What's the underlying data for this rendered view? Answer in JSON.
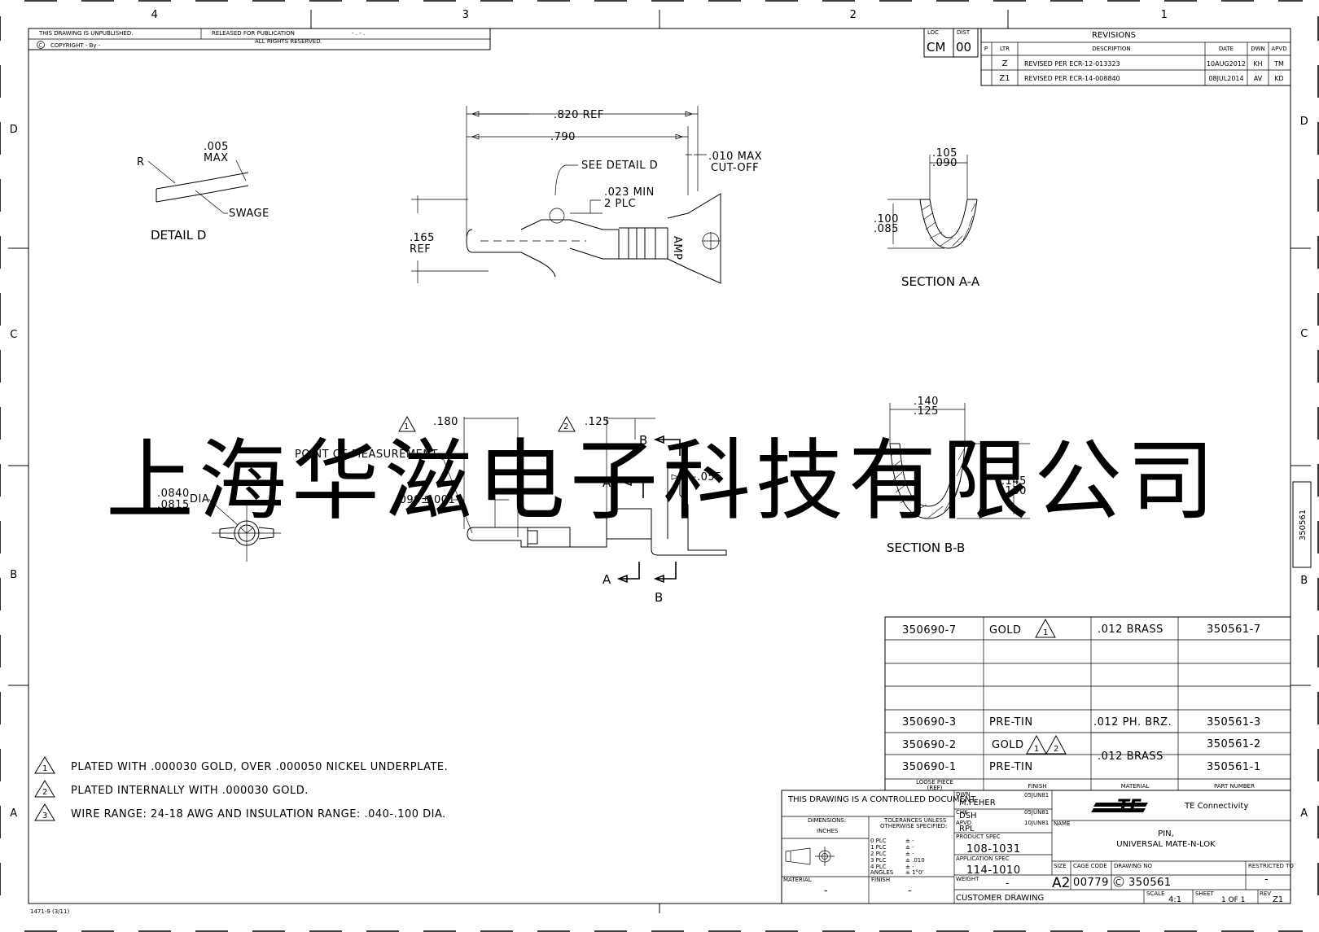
{
  "border": {
    "zones_top": [
      "4",
      "3",
      "2",
      "1"
    ],
    "zones_left": [
      "D",
      "C",
      "B",
      "A"
    ],
    "zones_right": [
      "D",
      "C",
      "B",
      "A"
    ],
    "form_number": "1471-9 (3/11)"
  },
  "unpublished_block": {
    "line1": "THIS DRAWING IS UNPUBLISHED.",
    "released": "RELEASED FOR PUBLICATION",
    "released_value": "- . -   .",
    "copyright": "COPYRIGHT  -    By  -",
    "rights": "ALL RIGHTS RESERVED."
  },
  "loc_dist": {
    "loc_label": "LOC",
    "loc": "CM",
    "dist_label": "DIST",
    "dist": "00"
  },
  "revisions": {
    "title": "REVISIONS",
    "headers": [
      "P",
      "LTR",
      "DESCRIPTION",
      "DATE",
      "DWN",
      "APVD"
    ],
    "rows": [
      {
        "ltr": "Z",
        "description": "REVISED PER ECR-12-013323",
        "date": "10AUG2012",
        "dwn": "KH",
        "apvd": "TM"
      },
      {
        "ltr": "Z1",
        "description": "REVISED PER ECR-14-008840",
        "date": "08JUL2014",
        "dwn": "AV",
        "apvd": "KD"
      }
    ]
  },
  "views": {
    "detail_d": {
      "r": "R",
      "dim1": ".005",
      "dim2": "MAX",
      "swage": "SWAGE",
      "title": "DETAIL D"
    },
    "top": {
      "ref820": ".820 REF",
      "d790": ".790",
      "see_detail": "SEE DETAIL D",
      "cutoff1": ".010 MAX",
      "cutoff2": "CUT-OFF",
      "min023": ".023 MIN",
      "plc2": "2 PLC",
      "ref165a": ".165",
      "ref165b": "REF",
      "marking": "AMP"
    },
    "section_aa": {
      "w1": ".105",
      "w2": ".090",
      "h1": ".100",
      "h2": ".085",
      "title": "SECTION A-A"
    },
    "side": {
      "n1": "1",
      "d180": ".180",
      "n2": "2",
      "d125": ".125",
      "bt": "B",
      "point": "POINT OF MEASUREMENT",
      "at": "A",
      "d055": ".055",
      "d090": ".090±.001",
      "dia1": ".0840",
      "dia2": ".0815",
      "dia": "DIA",
      "ab": "A",
      "bb": "B"
    },
    "section_bb": {
      "w1": ".140",
      "w2": ".125",
      "h1": ".145",
      "h2": ".130",
      "title": "SECTION B-B"
    }
  },
  "notes": [
    {
      "num": "1",
      "text": "PLATED WITH .000030 GOLD, OVER .000050 NICKEL UNDERPLATE."
    },
    {
      "num": "2",
      "text": "PLATED INTERNALLY WITH .000030 GOLD."
    },
    {
      "num": "3",
      "text": "WIRE RANGE: 24-18 AWG AND INSULATION RANGE: .040-.100 DIA."
    }
  ],
  "part_table": {
    "rows": [
      {
        "loose": "350690-7",
        "finish": "GOLD",
        "material": ".012 BRASS",
        "part": "350561-7"
      },
      {
        "loose": "",
        "finish": "",
        "material": "",
        "part": ""
      },
      {
        "loose": "",
        "finish": "",
        "material": "",
        "part": ""
      },
      {
        "loose": "",
        "finish": "",
        "material": "",
        "part": ""
      },
      {
        "loose": "350690-3",
        "finish": "PRE-TIN",
        "material": ".012 PH. BRZ.",
        "part": "350561-3"
      },
      {
        "loose": "350690-2",
        "finish": "GOLD",
        "material": ".012 BRASS",
        "part": "350561-2"
      },
      {
        "loose": "350690-1",
        "finish": "PRE-TIN",
        "material": "",
        "part": "350561-1"
      }
    ],
    "headers": {
      "loose1": "LOOSE PIECE",
      "loose2": "(REF)",
      "finish": "FINISH",
      "material": "MATERIAL",
      "part": "PART NUMBER"
    }
  },
  "title_block": {
    "controlled": "THIS DRAWING IS A CONTROLLED DOCUMENT.",
    "dimensions": "DIMENSIONS:",
    "inches": "INCHES",
    "tol1": "TOLERANCES UNLESS",
    "tol2": "OTHERWISE SPECIFIED:",
    "tol_rows": [
      {
        "plc": "0 PLC",
        "val": "± -"
      },
      {
        "plc": "1 PLC",
        "val": "± -"
      },
      {
        "plc": "2 PLC",
        "val": "± -"
      },
      {
        "plc": "3 PLC",
        "val": "± .010"
      },
      {
        "plc": "4 PLC",
        "val": "± -"
      },
      {
        "plc": "ANGLES",
        "val": "± 1°0'"
      }
    ],
    "material_label": "MATERIAL",
    "material": "-",
    "finish_label": "FINISH",
    "finish": "-",
    "dwn_label": "DWN",
    "dwn": "M.FEHER",
    "dwn_date": "05JUN81",
    "chk_label": "CHK",
    "chk": "DSH",
    "chk_date": "05JUN81",
    "apvd_label": "APVD",
    "apvd": "RPL",
    "apvd_date": "10JUN81",
    "product_spec_label": "PRODUCT SPEC",
    "product_spec": "108-1031",
    "app_spec_label": "APPLICATION SPEC",
    "app_spec": "114-1010",
    "weight_label": "WEIGHT",
    "weight": "-",
    "customer_drawing": "CUSTOMER DRAWING",
    "logo": "TE",
    "company": "TE Connectivity",
    "name_label": "NAME",
    "name1": "PIN,",
    "name2": "UNIVERSAL MATE-N-LOK",
    "size_label": "SIZE",
    "size": "A2",
    "cage_label": "CAGE CODE",
    "cage": "00779",
    "dwg_label": "DRAWING NO",
    "dwg": "350561",
    "restricted_label": "RESTRICTED TO",
    "restricted": "-",
    "scale_label": "SCALE",
    "scale": "4:1",
    "sheet_label": "SHEET",
    "sheet": "1 OF 1",
    "rev_label": "REV",
    "rev": "Z1"
  },
  "side_label": "350561",
  "watermark": "上海华滋电子科技有限公司"
}
